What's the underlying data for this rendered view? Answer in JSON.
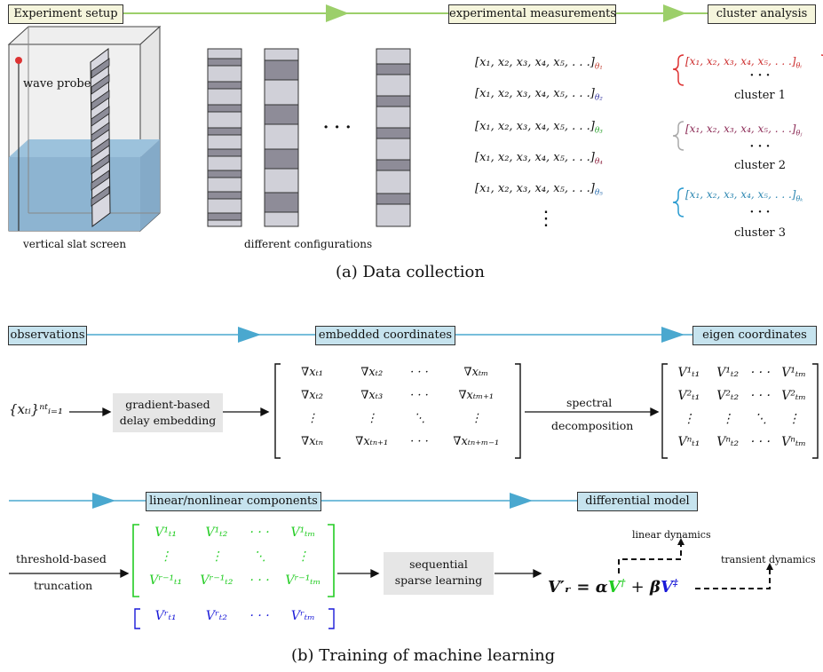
{
  "part_a": {
    "stages": [
      "Experiment setup",
      "experimental measurements",
      "cluster analysis"
    ],
    "probe_label": "wave probe",
    "setup_caption": "vertical slat screen",
    "configs_caption": "different configurations",
    "ellipsis": "· · ·",
    "vdots": "⋮",
    "measurement_vector": "[x₁, x₂, x₃, x₄, x₅, . . .]",
    "measurement_thetas": [
      "θ₁",
      "θ₂",
      "θ₃",
      "θ₄",
      "θ₅"
    ],
    "theta_colors": [
      "#c0392b",
      "#2c2c9c",
      "#27a02a",
      "#8b1c3a",
      "#2c6fb0"
    ],
    "clusters": [
      {
        "vector": "[x₁, x₂, x₃, x₄, x₅, . . .]",
        "theta": "θᵢ",
        "label": "cluster 1",
        "dots": "· · ·",
        "color": "#cc2b2b",
        "brace": "#dd3333"
      },
      {
        "vector": "[x₁, x₂, x₃, x₄, x₅, . . .]",
        "theta": "θⱼ",
        "label": "cluster 2",
        "dots": "· · ·",
        "color": "#8b2a55",
        "brace": "#aaaaaa"
      },
      {
        "vector": "[x₁, x₂, x₃, x₄, x₅, . . .]",
        "theta": "θₖ",
        "label": "cluster 3",
        "dots": "· · ·",
        "color": "#2a85b0",
        "brace": "#2a9bd0"
      }
    ],
    "caption": "(a) Data collection"
  },
  "part_b": {
    "stages_row1": [
      "observations",
      "embedded coordinates",
      "eigen coordinates"
    ],
    "stages_row2": [
      "linear/nonlinear components",
      "differential model"
    ],
    "input_expr": "{xₜᵢ}ⁿᵗᵢ₌₁",
    "embed_box": [
      "gradient-based",
      "delay embedding"
    ],
    "spectral": [
      "spectral",
      "decomposition"
    ],
    "embedded_matrix": [
      [
        "∇xₜ₁",
        "∇xₜ₂",
        "· · ·",
        "∇xₜₘ"
      ],
      [
        "∇xₜ₂",
        "∇xₜ₃",
        "· · ·",
        "∇xₜₘ₊₁"
      ],
      [
        "⋮",
        "⋮",
        "⋱",
        "⋮"
      ],
      [
        "∇xₜₙ",
        "∇xₜₙ₊₁",
        "· · ·",
        "∇xₜₙ₊ₘ₋₁"
      ]
    ],
    "eigen_matrix": [
      [
        "V¹ₜ₁",
        "V¹ₜ₂",
        "· · ·",
        "V¹ₜₘ"
      ],
      [
        "V²ₜ₁",
        "V²ₜ₂",
        "· · ·",
        "V²ₜₘ"
      ],
      [
        "⋮",
        "⋮",
        "⋱",
        "⋮"
      ],
      [
        "Vⁿₜ₁",
        "Vⁿₜ₂",
        "· · ·",
        "Vⁿₜₘ"
      ]
    ],
    "truncation": [
      "threshold-based",
      "truncation"
    ],
    "green_matrix": [
      [
        "V¹ₜ₁",
        "V¹ₜ₂",
        "· · ·",
        "V¹ₜₘ"
      ],
      [
        "⋮",
        "⋮",
        "⋱",
        "⋮"
      ],
      [
        "Vʳ⁻¹ₜ₁",
        "Vʳ⁻¹ₜ₂",
        "· · ·",
        "Vʳ⁻¹ₜₘ"
      ]
    ],
    "blue_row": [
      "Vʳₜ₁",
      "Vʳₜ₂",
      "· · ·",
      "Vʳₜₘ"
    ],
    "learning_box": [
      "sequential",
      "sparse learning"
    ],
    "equation": {
      "lhs": "V′ᵣ =",
      "alpha": "α",
      "v_lin": "V",
      "dag": "†",
      "plus": "+",
      "beta": "β",
      "v_non": "V",
      "ddag": "‡"
    },
    "linear_dynamics": "linear dynamics",
    "transient_dynamics": "transient dynamics",
    "caption": "(b) Training of machine learning",
    "colors": {
      "green": "#22cc22",
      "blue": "#1a1ad8",
      "arrow_line_a": "#9ccf6a",
      "arrow_line_b": "#4aa8cf"
    }
  }
}
